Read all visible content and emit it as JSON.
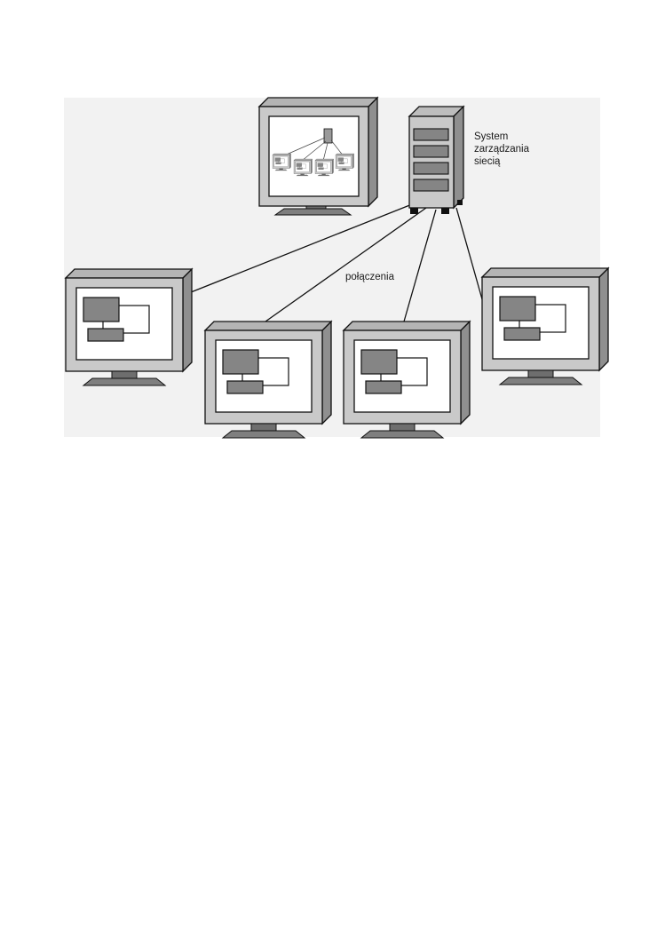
{
  "diagram": {
    "server_label": [
      "System",
      "zarządzania",
      "siecią"
    ],
    "connections_label": "połączenia"
  },
  "colors": {
    "panel_bg": "#f2f2f2",
    "monitor_frame": "#c9c9c9",
    "monitor_side": "#8f8f8f",
    "screen": "#ffffff",
    "window_dark": "#858585",
    "stand": "#7f7f7f",
    "line": "#111111"
  },
  "icons": [
    "network-manager-server-icon",
    "client-monitor-icon",
    "overview-monitor-icon"
  ]
}
